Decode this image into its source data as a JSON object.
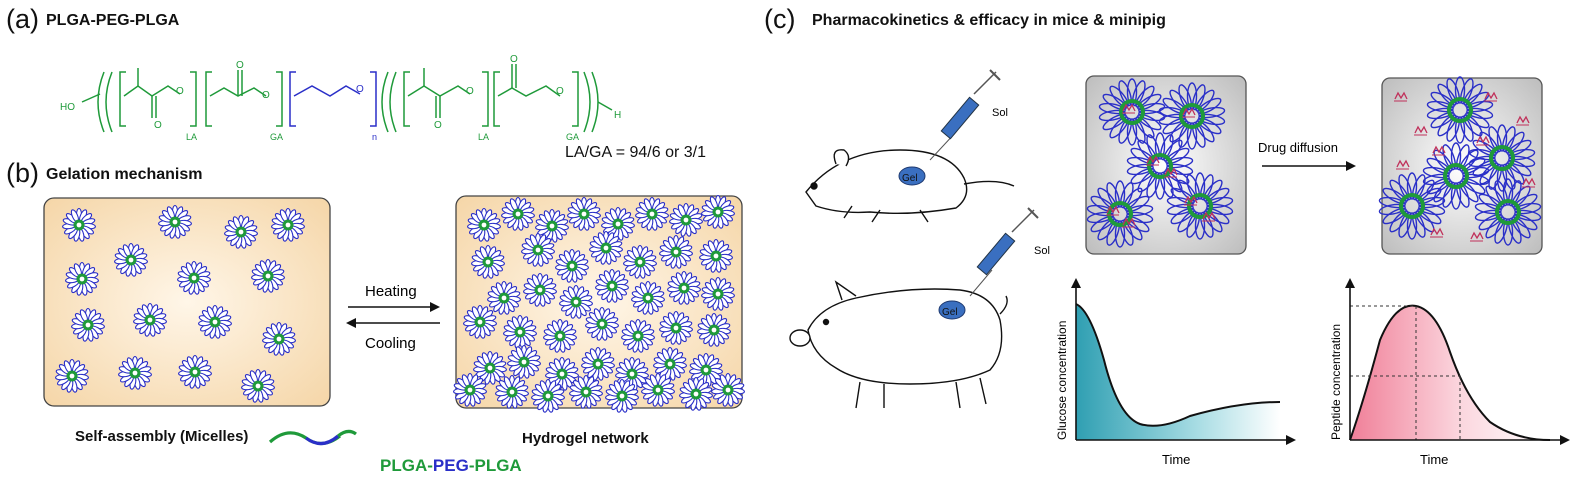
{
  "panel_a": {
    "label": "(a)",
    "title": "PLGA-PEG-PLGA",
    "formula": {
      "ho": "HO",
      "h": "H",
      "la": "LA",
      "ga": "GA",
      "n": "n",
      "o": "O"
    },
    "ratio": "LA/GA = 94/6 or 3/1"
  },
  "panel_b": {
    "label": "(b)",
    "title": "Gelation mechanism",
    "heating": "Heating",
    "cooling": "Cooling",
    "left_caption": "Self-assembly (Micelles)",
    "right_caption": "Hydrogel network",
    "legend": {
      "plga1": "PLGA",
      "dash1": "-",
      "peg": "PEG",
      "dash2": "-",
      "plga2": "PLGA"
    }
  },
  "panel_c": {
    "label": "(c)",
    "title": "Pharmacokinetics & efficacy in mice & minipig",
    "sol": "Sol",
    "gel": "Gel",
    "drug_diffusion": "Drug diffusion",
    "glucose_ylabel": "Glucose concentration",
    "glucose_xlabel": "Time",
    "peptide_ylabel": "Peptide concentration",
    "peptide_xlabel": "Time"
  },
  "colors": {
    "plga_green": "#1f9a3a",
    "peg_blue": "#2a2fc8",
    "box_fill": "#f7dcb4",
    "glucose_fill": "#3aa8b8",
    "peptide_fill": "#f08aa0"
  }
}
